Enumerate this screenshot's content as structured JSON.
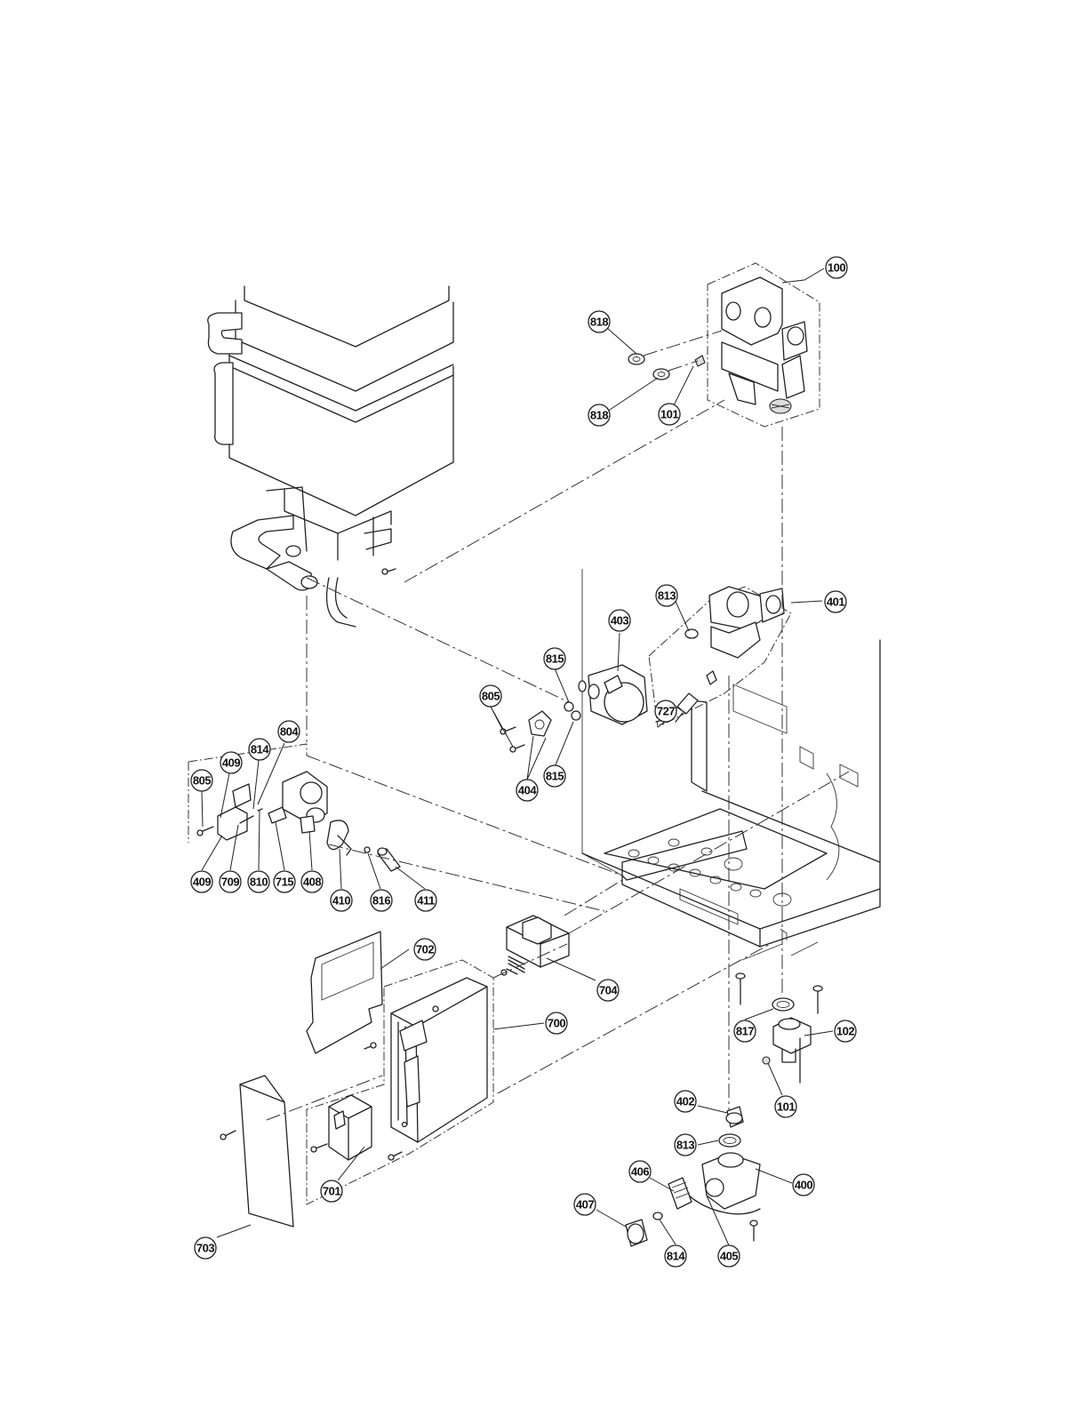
{
  "diagram": {
    "type": "exploded parts diagram",
    "callouts": [
      {
        "id": "c100",
        "label": "100"
      },
      {
        "id": "c818a",
        "label": "818"
      },
      {
        "id": "c818b",
        "label": "818"
      },
      {
        "id": "c101a",
        "label": "101"
      },
      {
        "id": "c401",
        "label": "401"
      },
      {
        "id": "c813a",
        "label": "813"
      },
      {
        "id": "c403",
        "label": "403"
      },
      {
        "id": "c815a",
        "label": "815"
      },
      {
        "id": "c815b",
        "label": "815"
      },
      {
        "id": "c727",
        "label": "727"
      },
      {
        "id": "c805a",
        "label": "805"
      },
      {
        "id": "c404",
        "label": "404"
      },
      {
        "id": "c804",
        "label": "804"
      },
      {
        "id": "c814a",
        "label": "814"
      },
      {
        "id": "c409a",
        "label": "409"
      },
      {
        "id": "c805b",
        "label": "805"
      },
      {
        "id": "c409b",
        "label": "409"
      },
      {
        "id": "c709",
        "label": "709"
      },
      {
        "id": "c810",
        "label": "810"
      },
      {
        "id": "c715",
        "label": "715"
      },
      {
        "id": "c408",
        "label": "408"
      },
      {
        "id": "c410",
        "label": "410"
      },
      {
        "id": "c816",
        "label": "816"
      },
      {
        "id": "c411",
        "label": "411"
      },
      {
        "id": "c702",
        "label": "702"
      },
      {
        "id": "c704",
        "label": "704"
      },
      {
        "id": "c700",
        "label": "700"
      },
      {
        "id": "c817",
        "label": "817"
      },
      {
        "id": "c102",
        "label": "102"
      },
      {
        "id": "c101b",
        "label": "101"
      },
      {
        "id": "c402",
        "label": "402"
      },
      {
        "id": "c813b",
        "label": "813"
      },
      {
        "id": "c400",
        "label": "400"
      },
      {
        "id": "c406",
        "label": "406"
      },
      {
        "id": "c407",
        "label": "407"
      },
      {
        "id": "c814b",
        "label": "814"
      },
      {
        "id": "c405",
        "label": "405"
      },
      {
        "id": "c701",
        "label": "701"
      },
      {
        "id": "c703",
        "label": "703"
      }
    ]
  }
}
